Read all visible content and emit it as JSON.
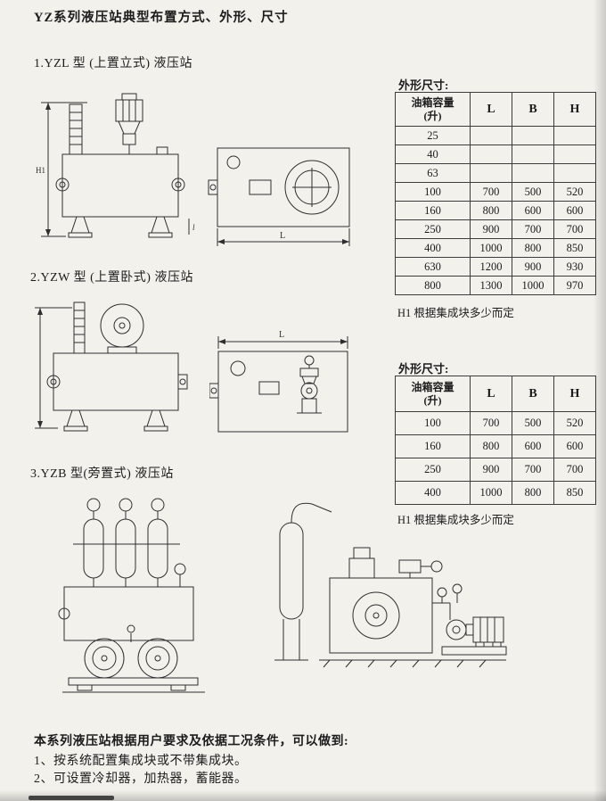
{
  "page": {
    "title": "YZ系列液压站典型布置方式、外形、尺寸"
  },
  "sections": [
    {
      "heading": "1.YZL 型 (上置立式) 液压站"
    },
    {
      "heading": "2.YZW 型 (上置卧式) 液压站"
    },
    {
      "heading": "3.YZB 型(旁置式) 液压站"
    }
  ],
  "table1": {
    "caption": "外形尺寸:",
    "headers": [
      "油箱容量\n(升)",
      "L",
      "B",
      "H"
    ],
    "rows": [
      [
        "25",
        "",
        "",
        ""
      ],
      [
        "40",
        "",
        "",
        ""
      ],
      [
        "63",
        "",
        "",
        ""
      ],
      [
        "100",
        "700",
        "500",
        "520"
      ],
      [
        "160",
        "800",
        "600",
        "600"
      ],
      [
        "250",
        "900",
        "700",
        "700"
      ],
      [
        "400",
        "1000",
        "800",
        "850"
      ],
      [
        "630",
        "1200",
        "900",
        "930"
      ],
      [
        "800",
        "1300",
        "1000",
        "970"
      ]
    ],
    "note": "H1 根据集成块多少而定"
  },
  "table2": {
    "caption": "外形尺寸:",
    "headers": [
      "油箱容量\n(升)",
      "L",
      "B",
      "H"
    ],
    "rows": [
      [
        "100",
        "700",
        "500",
        "520"
      ],
      [
        "160",
        "800",
        "600",
        "600"
      ],
      [
        "250",
        "900",
        "700",
        "700"
      ],
      [
        "400",
        "1000",
        "800",
        "850"
      ]
    ],
    "note": "H1 根据集成块多少而定"
  },
  "labels": {
    "h1": "H1",
    "l": "L",
    "l_small": "l"
  },
  "footer": {
    "lines": [
      "本系列液压站根据用户要求及依据工况条件，可以做到:",
      "1、按系统配置集成块或不带集成块。",
      "2、可设置冷却器，加热器，蓄能器。"
    ]
  }
}
